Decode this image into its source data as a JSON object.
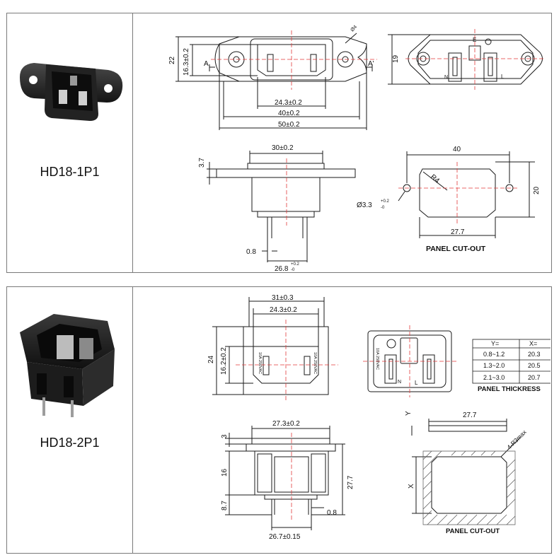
{
  "products": [
    {
      "model": "HD18-1P1",
      "views": {
        "top": {
          "dim_height_outer": "22",
          "dim_height_inner": "16.3±0.2",
          "dim_width_inner": "24.3±0.2",
          "dim_width_mid": "40±0.2",
          "dim_width_outer": "50±0.2",
          "hole_dia": "Ø4",
          "section_left": "A",
          "section_right": "A'"
        },
        "back": {
          "dim_height": "19",
          "mark_earth": "E",
          "mark_neutral": "N",
          "mark_line": "L"
        },
        "side": {
          "dim_flange": "3.7",
          "dim_width_top": "30±0.2",
          "dim_pin_thickness": "0.8",
          "dim_pin_pitch": "26.8",
          "dim_pin_pitch_tol": "+0.2",
          "dim_pin_pitch_tol2": "-0"
        },
        "cutout": {
          "dim_width_outer": "40",
          "dim_radius": "R4",
          "dim_height": "20",
          "dim_width": "27.7",
          "hole_dia": "Ø3.3",
          "hole_tol": "+0.2",
          "hole_tol2": "-0",
          "caption": "PANEL CUT-OUT"
        }
      }
    },
    {
      "model": "HD18-2P1",
      "views": {
        "front": {
          "dim_width_outer": "31±0.3",
          "dim_width_inner": "24.3±0.2",
          "dim_height_outer": "24",
          "dim_height_inner": "16.2±0.2",
          "rating": "10A 250VAC"
        },
        "back": {
          "rating": "10A 250VAC",
          "mark_neutral": "N",
          "mark_line": "L"
        },
        "table": {
          "headers": [
            "Y=",
            "X="
          ],
          "rows": [
            [
              "0.8~1.2",
              "20.3"
            ],
            [
              "1.3~2.0",
              "20.5"
            ],
            [
              "2.1~3.0",
              "20.7"
            ]
          ],
          "caption": "PANEL THICKRESS"
        },
        "side": {
          "dim_top": "3",
          "dim_width_top": "27.3±0.2",
          "dim_body": "16",
          "dim_pin": "8.7",
          "dim_total": "27.7",
          "dim_pin_thickness": "0.8",
          "dim_pin_pitch": "26.7±0.15"
        },
        "cutout": {
          "dim_y": "Y",
          "dim_width": "27.7",
          "dim_radius": "4-R3max",
          "dim_x": "X",
          "caption": "PANEL CUT-OUT"
        }
      }
    }
  ],
  "colors": {
    "border": "#7a7a7a",
    "line": "#1a1a1a",
    "center": "#e23a3a",
    "hatch": "#555555"
  }
}
